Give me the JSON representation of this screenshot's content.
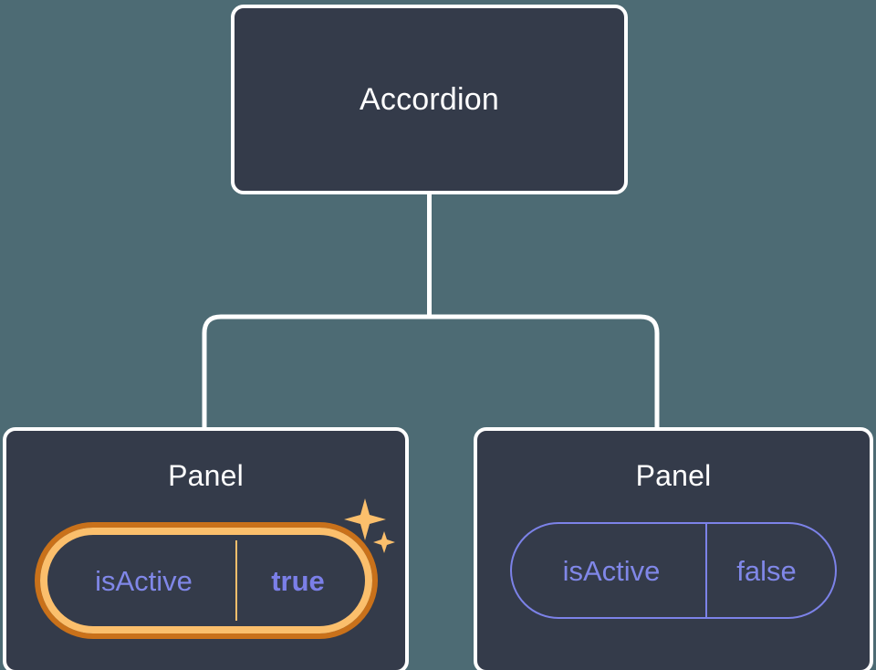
{
  "canvas": {
    "background_color": "#4d6b74",
    "connector_color": "#ffffff"
  },
  "tree": {
    "root": {
      "label": "Accordion",
      "node_color": "#343b4a",
      "border_color": "#ffffff"
    },
    "children": [
      {
        "label": "Panel",
        "highlighted": true,
        "prop": {
          "key": "isActive",
          "value": "true",
          "key_color": "#8087e8",
          "value_color": "#7b7fe8",
          "ring_outer_color": "#c9711a",
          "ring_inner_color": "#fbbf6c"
        },
        "sparkle_color": "#fbbf6c"
      },
      {
        "label": "Panel",
        "highlighted": false,
        "prop": {
          "key": "isActive",
          "value": "false",
          "key_color": "#8087e8",
          "value_color": "#8087e8",
          "border_color": "#7c82e8"
        }
      }
    ]
  }
}
